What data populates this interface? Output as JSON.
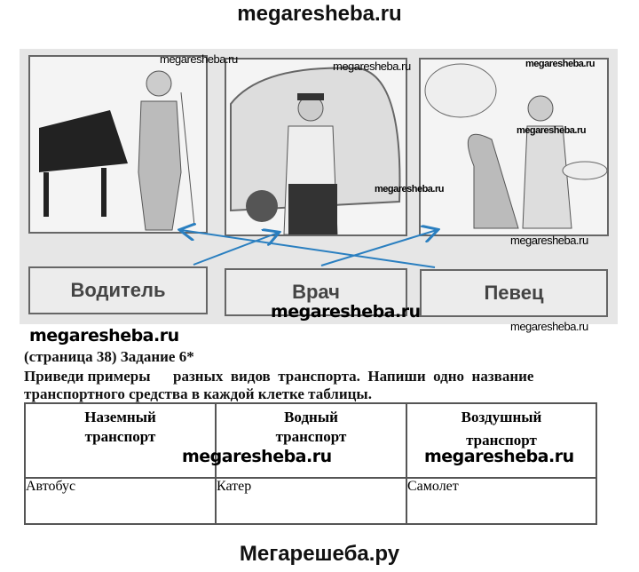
{
  "header": {
    "site": "megaresheba.ru"
  },
  "illustration": {
    "pictures": [
      "singer-at-piano",
      "bus-driver",
      "dentist"
    ],
    "labels": [
      "Водитель",
      "Врач",
      "Певец"
    ],
    "watermark": "megaresheba.ru",
    "arrow_color": "#2a7fc0"
  },
  "task": {
    "watermark": "megaresheba.ru",
    "heading": "(страница 38) Задание 6*",
    "line1": "Приведи примеры      разных  видов  транспорта.  Напиши  одно  название",
    "line2": "транспортного средства в каждой клетке таблицы."
  },
  "table": {
    "headers": [
      [
        "Наземный",
        "транспорт"
      ],
      [
        "Водный",
        "транспорт"
      ],
      [
        "Воздушный",
        "транспорт"
      ]
    ],
    "cells": [
      "Автобус",
      "Катер",
      "Самолет"
    ],
    "watermark": "megaresheba.ru"
  },
  "footer": {
    "site": "Мегарешеба.ру"
  }
}
